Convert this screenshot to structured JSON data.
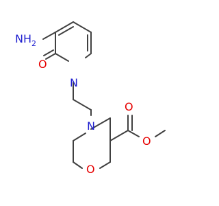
{
  "atoms": {
    "nh2": {
      "symbol": "NH",
      "subscript": "2",
      "color": "#2020d0"
    },
    "o_carbonyl_ring": {
      "symbol": "O",
      "color": "#e60000"
    },
    "n_pyridone": {
      "symbol": "N",
      "color": "#2020d0"
    },
    "n_morpholine": {
      "symbol": "N",
      "color": "#2020d0"
    },
    "o_morpholine": {
      "symbol": "O",
      "color": "#e60000"
    },
    "o_ester_carbonyl": {
      "symbol": "O",
      "color": "#e60000"
    },
    "o_ester": {
      "symbol": "O",
      "color": "#e60000"
    }
  },
  "colors": {
    "carbon_bond": "#404040",
    "oxygen": "#e60000",
    "nitrogen": "#2020d0",
    "background": "#ffffff"
  }
}
